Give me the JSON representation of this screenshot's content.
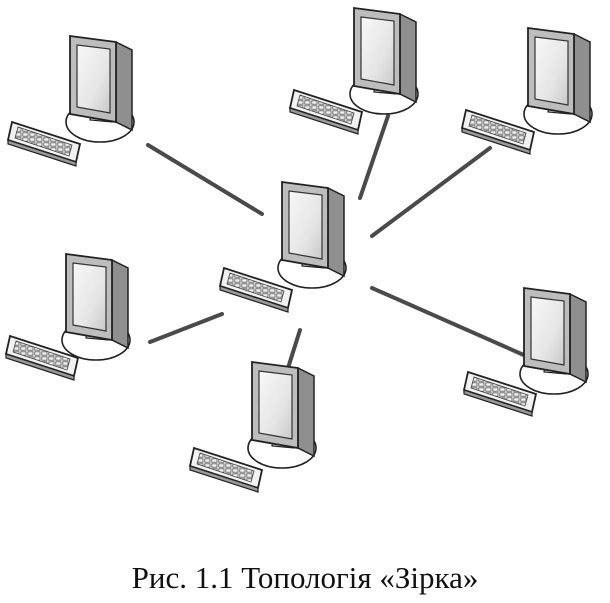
{
  "diagram": {
    "caption": "Рис. 1.1 Топологія «Зірка»",
    "topology": "star",
    "colors": {
      "line": "#4a4a4a",
      "outline": "#222222",
      "bezel": "#bdbdbd",
      "screen": "#ececec",
      "keyboard": "#f2f2f2"
    },
    "nodes": [
      {
        "id": "central",
        "role": "hub"
      },
      {
        "id": "top-left",
        "role": "workstation"
      },
      {
        "id": "top-middle",
        "role": "workstation"
      },
      {
        "id": "top-right",
        "role": "workstation"
      },
      {
        "id": "middle-left",
        "role": "workstation"
      },
      {
        "id": "bottom-middle",
        "role": "workstation"
      },
      {
        "id": "bottom-right",
        "role": "workstation"
      }
    ]
  }
}
